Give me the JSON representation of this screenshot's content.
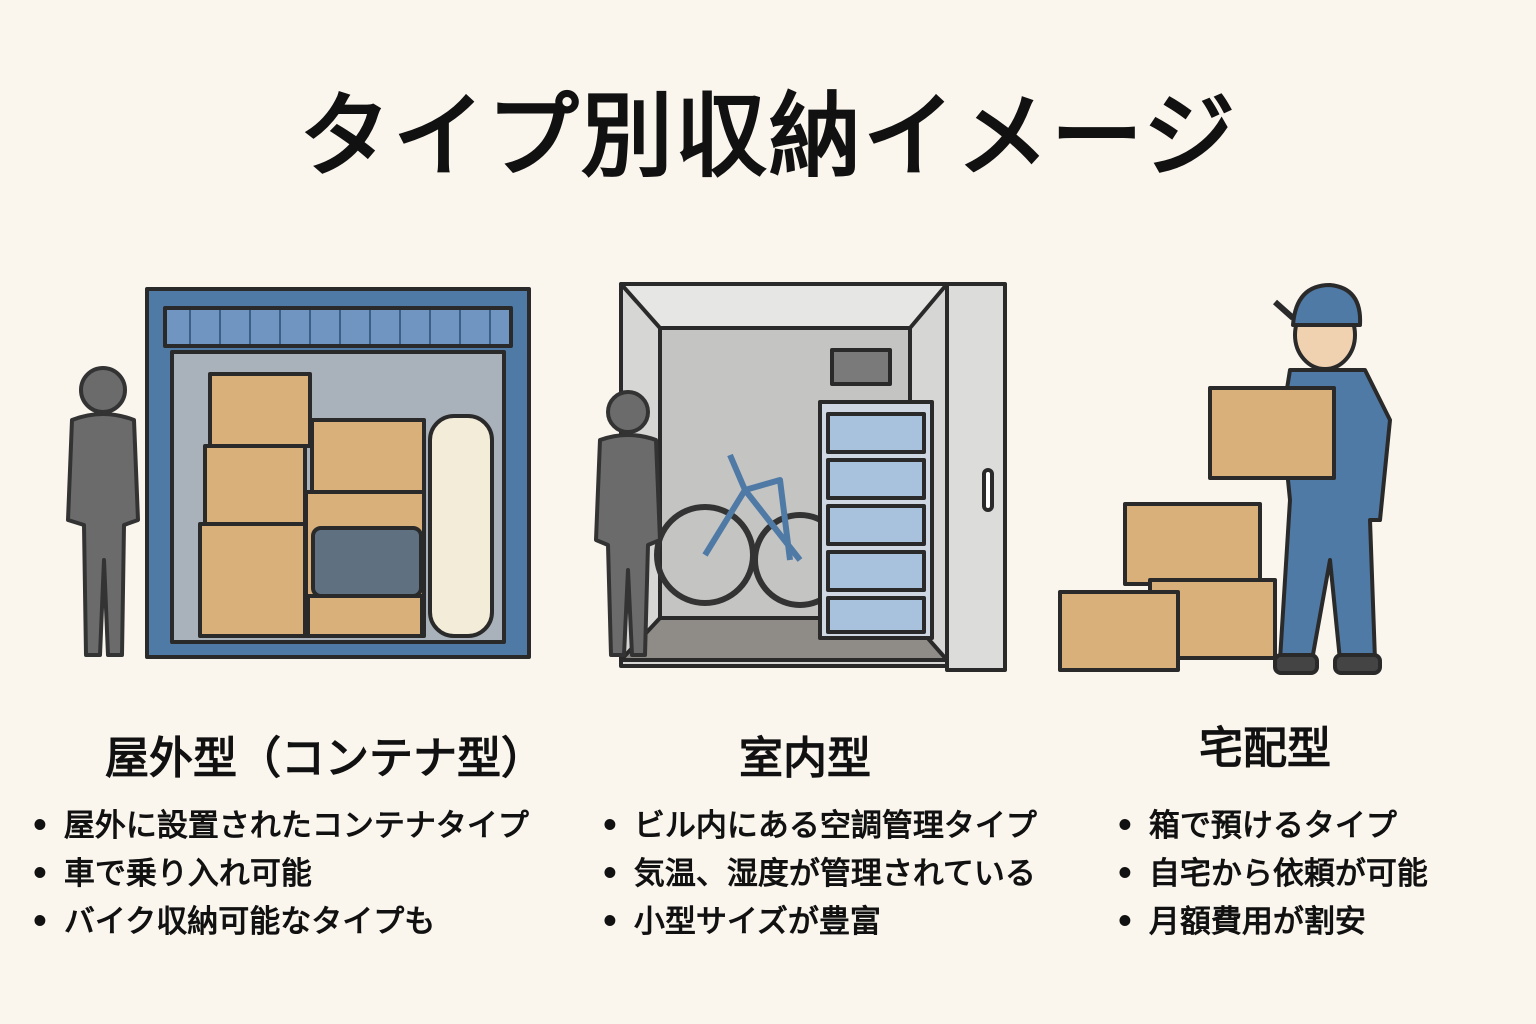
{
  "title": "タイプ別収納イメージ",
  "sections": [
    {
      "heading": "屋外型（コンテナ型）",
      "bullets": [
        "屋外に設置されたコンテナタイプ",
        "車で乗り入れ可能",
        "バイク収納可能なタイプも"
      ]
    },
    {
      "heading": "室内型",
      "bullets": [
        "ビル内にある空調管理タイプ",
        "気温、湿度が管理されている",
        "小型サイズが豊富"
      ]
    },
    {
      "heading": "宅配型",
      "bullets": [
        "箱で預けるタイプ",
        "自宅から依頼が可能",
        "月額費用が割安"
      ]
    }
  ],
  "colors": {
    "background": "#faf6ee",
    "container_blue": "#4f7aa6",
    "box": "#d9b07a",
    "person": "#6b6b6b",
    "room_gray": "#c9c9c9"
  }
}
